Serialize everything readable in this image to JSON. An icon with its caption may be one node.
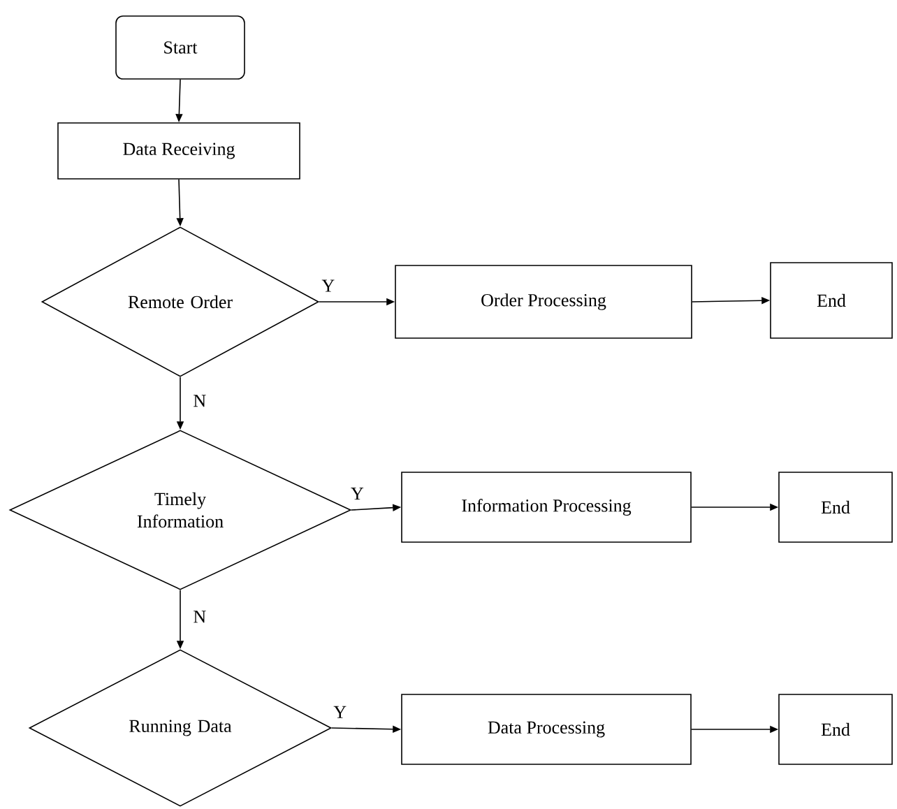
{
  "diagram": {
    "nodes": [
      {
        "text": [
          "Start"
        ]
      },
      {
        "text": [
          "Data Receiving"
        ]
      },
      {
        "text": [
          "Remote Order"
        ]
      },
      {
        "text": [
          "Order Processing"
        ]
      },
      {
        "text": [
          "End"
        ]
      },
      {
        "text": [
          "Timely Information"
        ]
      },
      {
        "text": [
          "Information Processing"
        ]
      },
      {
        "text": [
          "End"
        ]
      },
      {
        "text": [
          "Running Data"
        ]
      },
      {
        "text": [
          "Data Processing"
        ]
      },
      {
        "text": [
          "End"
        ]
      }
    ],
    "edges": [
      {
        "from": 0,
        "to": 1,
        "arrow": "to"
      },
      {
        "from": 1,
        "to": 2,
        "arrow": "to"
      },
      {
        "from": 2,
        "to": 3,
        "arrow": "to",
        "label": "Y"
      },
      {
        "from": 3,
        "to": 4,
        "arrow": "to"
      },
      {
        "from": 2,
        "to": 5,
        "arrow": "to",
        "label": "N"
      },
      {
        "from": 5,
        "to": 6,
        "arrow": "to",
        "label": "Y"
      },
      {
        "from": 6,
        "to": 7,
        "arrow": "to"
      },
      {
        "from": 5,
        "to": 8,
        "arrow": "to",
        "label": "N"
      },
      {
        "from": 8,
        "to": 9,
        "arrow": "to",
        "label": "Y"
      },
      {
        "from": 9,
        "to": 10,
        "arrow": "to"
      }
    ]
  }
}
